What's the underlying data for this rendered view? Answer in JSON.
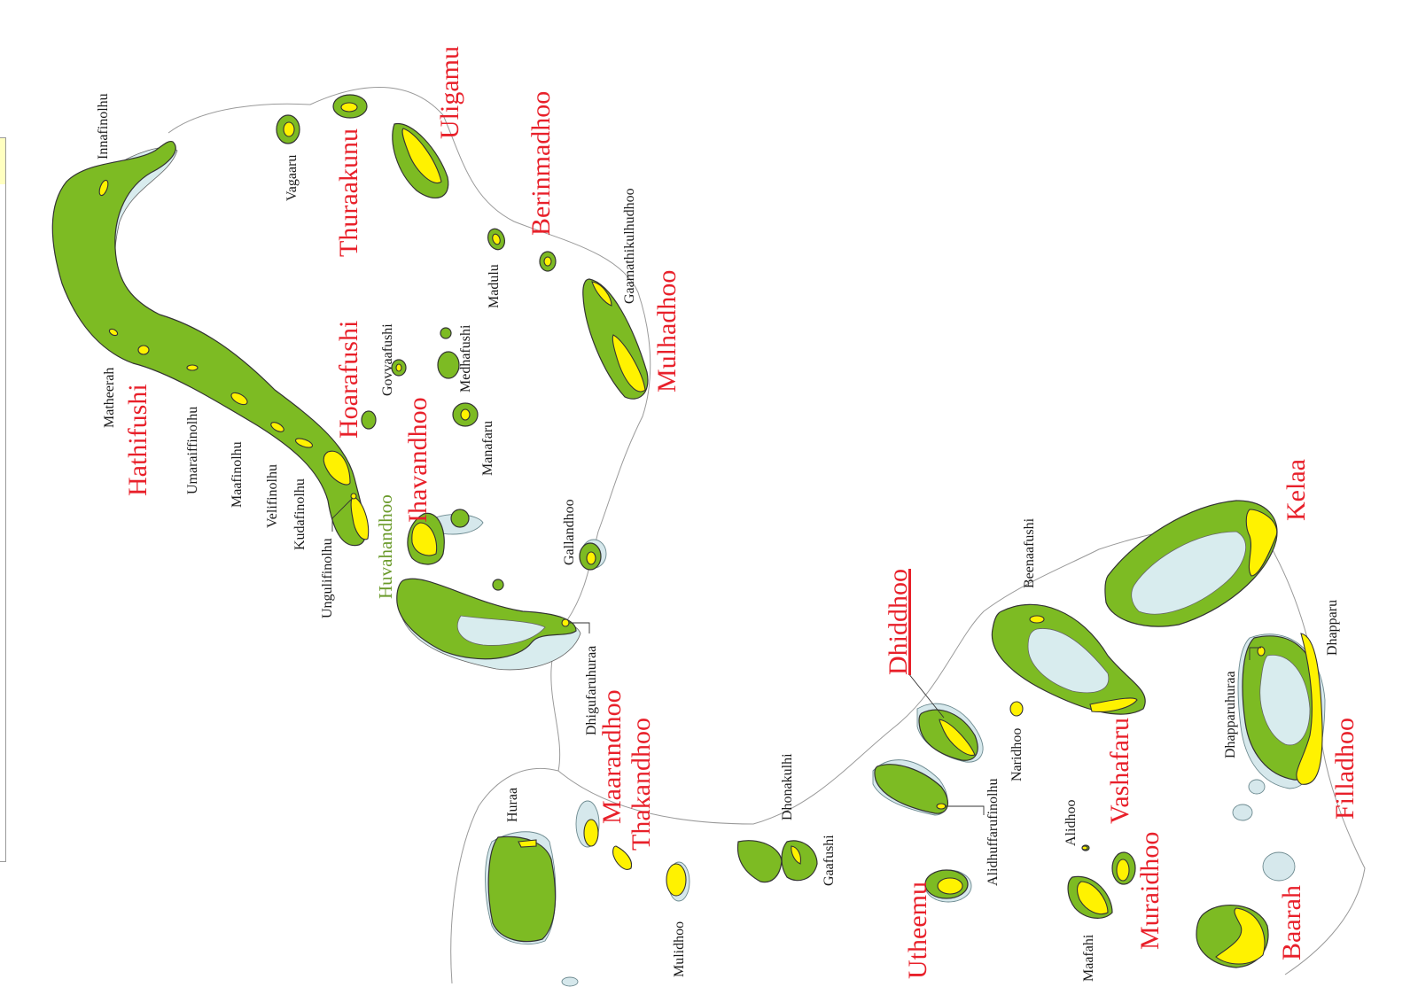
{
  "map": {
    "legend": {
      "accent_color": "#ffffc0"
    },
    "colors": {
      "reef": "#7dbb23",
      "land": "#fff200",
      "lagoon": "#d8ecee",
      "inhabited_label": "#e8202a",
      "resort_label": "#6a9a2a"
    },
    "inhabited_islands": [
      "Hathifushi",
      "Hoarafushi",
      "Ihavandhoo",
      "Thuraakunu",
      "Uligamu",
      "Berinmadhoo",
      "Mulhadhoo",
      "Maarandhoo",
      "Thakandhoo",
      "Dhiddhoo",
      "Utheemu",
      "Vashafaru",
      "Muraidhoo",
      "Kelaa",
      "Filladhoo",
      "Baarah"
    ],
    "resort_islands": [
      "Huvahandhoo"
    ],
    "uninhabited_islands": [
      "Innafinolhu",
      "Vagaaru",
      "Gaamathikulhudhoo",
      "Madulu",
      "Matheerah",
      "Umaraiffinolhu",
      "Maafinolhu",
      "Velifinolhu",
      "Kudafinolhu",
      "Ungulifinolhu",
      "Govvaafushi",
      "Medhafushi",
      "Manafaru",
      "Gallandhoo",
      "Dhigufaruhuraa",
      "Huraa",
      "Mulidhoo",
      "Dhonakulhi",
      "Gaafushi",
      "Alidhuffarufinolhu",
      "Naridhoo",
      "Beenaafushi",
      "Alidhoo",
      "Maafahi",
      "Dhapparuhuraa",
      "Dhapparu"
    ]
  }
}
